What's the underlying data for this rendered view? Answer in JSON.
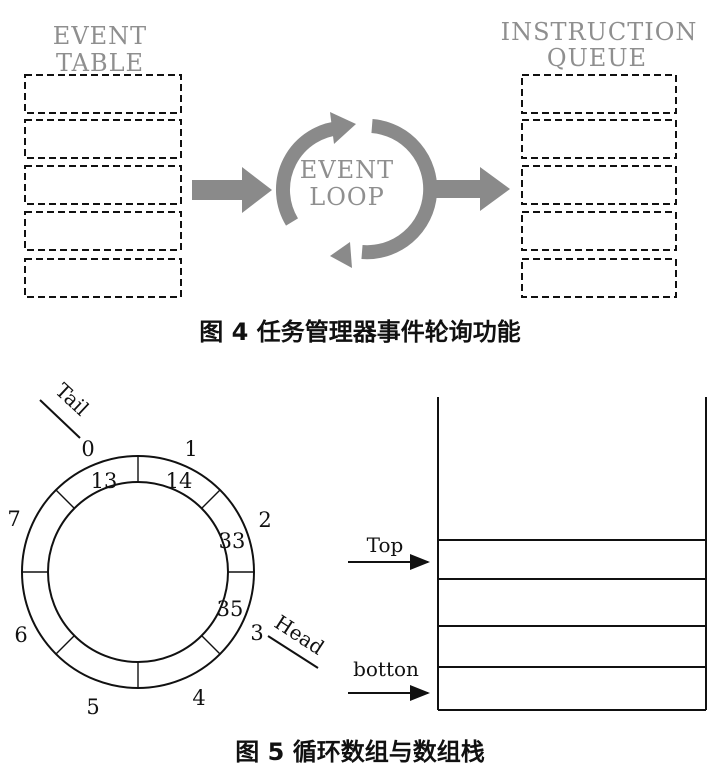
{
  "fig4": {
    "event_table_label": [
      "EVENT",
      "TABLE"
    ],
    "event_loop_label": [
      "EVENT",
      "LOOP"
    ],
    "instruction_queue_label": [
      "INSTRUCTION",
      "QUEUE"
    ],
    "caption": "图 4   任务管理器事件轮询功能"
  },
  "fig5": {
    "tail_label": "Tail",
    "head_label": "Head",
    "outer_indices": [
      "0",
      "1",
      "2",
      "3",
      "4",
      "5",
      "6",
      "7"
    ],
    "inner_values": [
      "13",
      "14",
      "33",
      "35"
    ],
    "top_label": "Top",
    "bottom_label": "botton",
    "caption": "图 5   循环数组与数组栈"
  },
  "colors": {
    "gray": "#8f8f8f",
    "ink": "#111111"
  }
}
